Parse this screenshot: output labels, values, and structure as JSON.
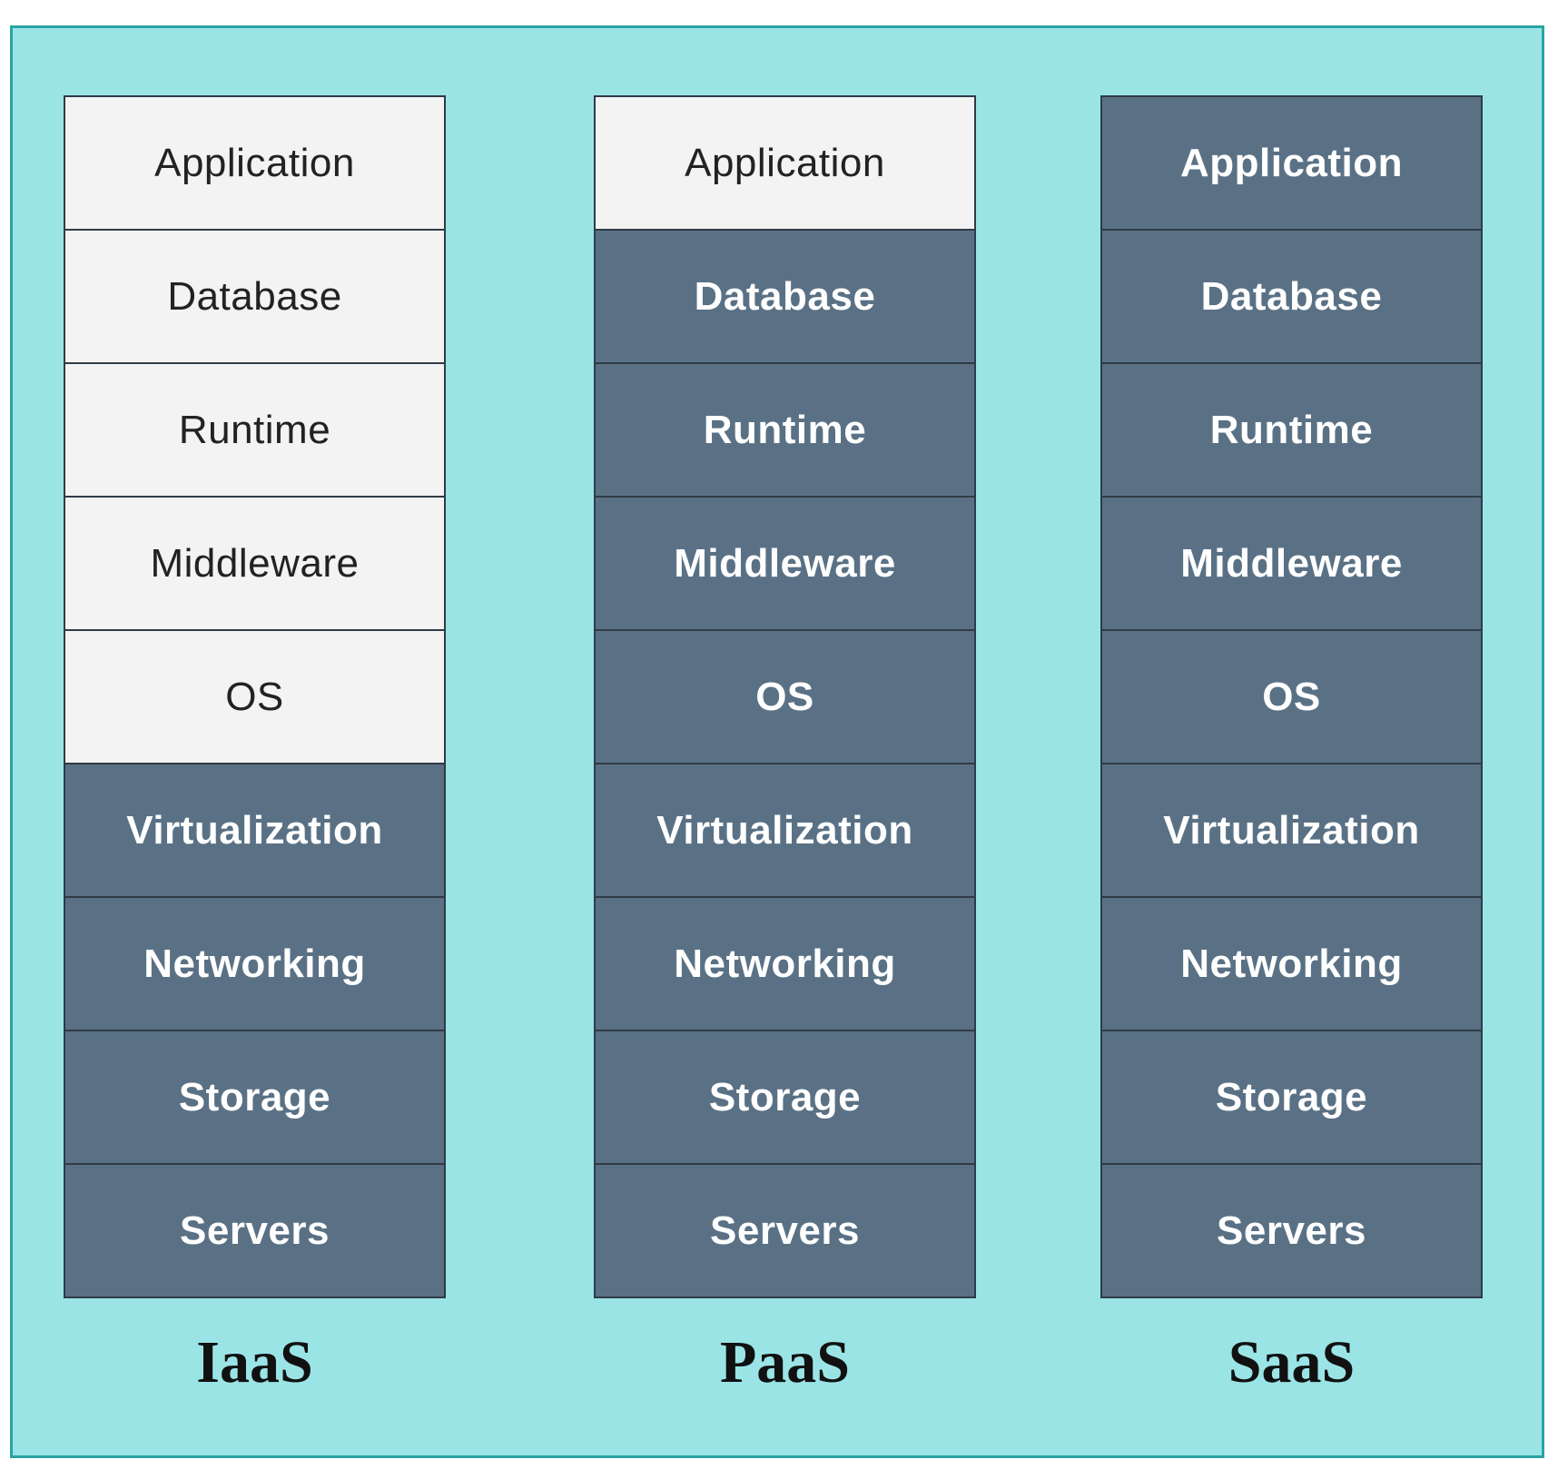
{
  "colors": {
    "panel_background": "#9ae4e6",
    "panel_border": "#2aa3a3",
    "client_managed": "#f3f3f3",
    "provider_managed": "#5a7185",
    "cell_border": "#2f3b46"
  },
  "models": [
    {
      "label": "IaaS",
      "layers": [
        {
          "text": "Application",
          "managed_by": "client"
        },
        {
          "text": "Database",
          "managed_by": "client"
        },
        {
          "text": "Runtime",
          "managed_by": "client"
        },
        {
          "text": "Middleware",
          "managed_by": "client"
        },
        {
          "text": "OS",
          "managed_by": "client"
        },
        {
          "text": "Virtualization",
          "managed_by": "provider"
        },
        {
          "text": "Networking",
          "managed_by": "provider"
        },
        {
          "text": "Storage",
          "managed_by": "provider"
        },
        {
          "text": "Servers",
          "managed_by": "provider"
        }
      ]
    },
    {
      "label": "PaaS",
      "layers": [
        {
          "text": "Application",
          "managed_by": "client"
        },
        {
          "text": "Database",
          "managed_by": "provider"
        },
        {
          "text": "Runtime",
          "managed_by": "provider"
        },
        {
          "text": "Middleware",
          "managed_by": "provider"
        },
        {
          "text": "OS",
          "managed_by": "provider"
        },
        {
          "text": "Virtualization",
          "managed_by": "provider"
        },
        {
          "text": "Networking",
          "managed_by": "provider"
        },
        {
          "text": "Storage",
          "managed_by": "provider"
        },
        {
          "text": "Servers",
          "managed_by": "provider"
        }
      ]
    },
    {
      "label": "SaaS",
      "layers": [
        {
          "text": "Application",
          "managed_by": "provider"
        },
        {
          "text": "Database",
          "managed_by": "provider"
        },
        {
          "text": "Runtime",
          "managed_by": "provider"
        },
        {
          "text": "Middleware",
          "managed_by": "provider"
        },
        {
          "text": "OS",
          "managed_by": "provider"
        },
        {
          "text": "Virtualization",
          "managed_by": "provider"
        },
        {
          "text": "Networking",
          "managed_by": "provider"
        },
        {
          "text": "Storage",
          "managed_by": "provider"
        },
        {
          "text": "Servers",
          "managed_by": "provider"
        }
      ]
    }
  ]
}
